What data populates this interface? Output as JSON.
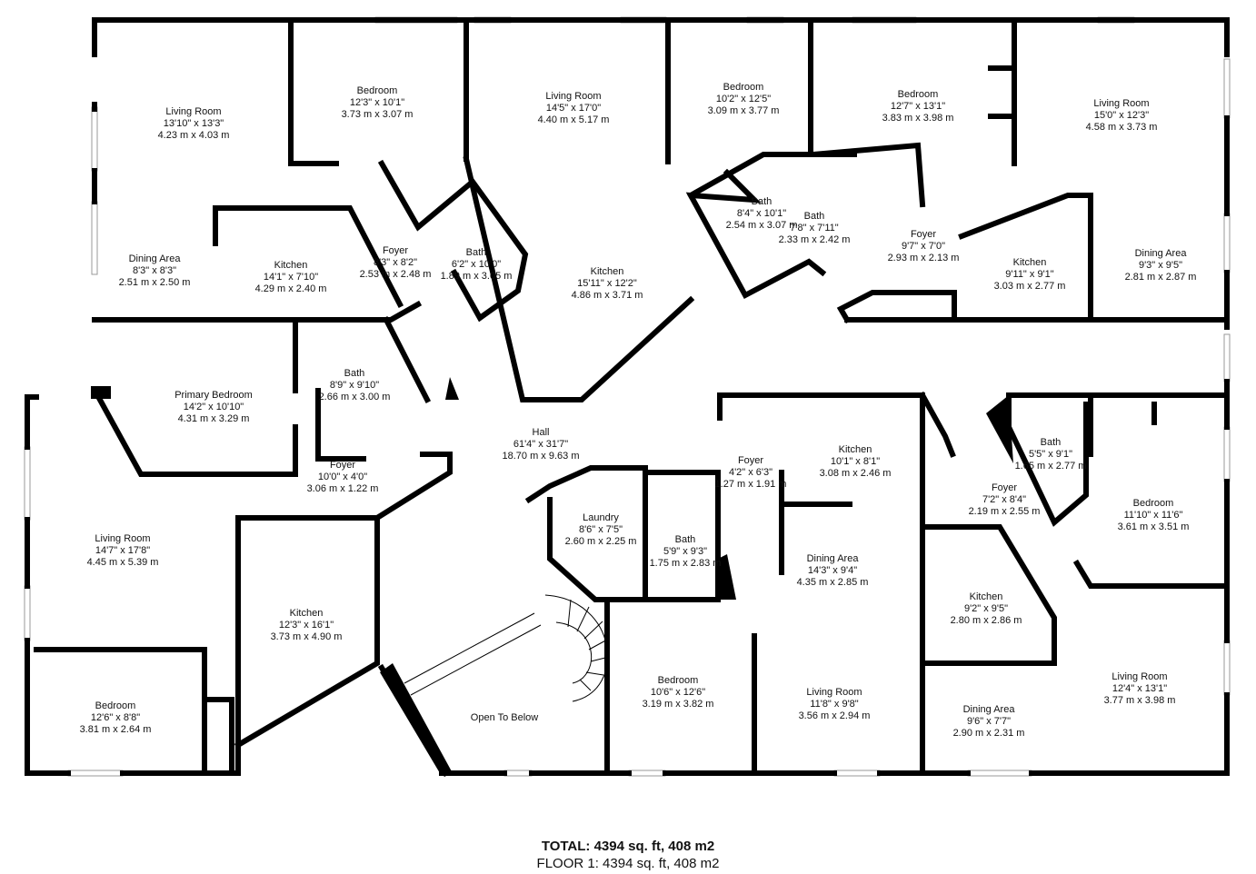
{
  "rooms": [
    {
      "name": "Living Room",
      "imperial": "13'10\" x 13'3\"",
      "metric": "4.23 m x 4.03 m"
    },
    {
      "name": "Bedroom",
      "imperial": "12'3\" x 10'1\"",
      "metric": "3.73 m x 3.07 m"
    },
    {
      "name": "Living Room",
      "imperial": "14'5\" x 17'0\"",
      "metric": "4.40 m x 5.17 m"
    },
    {
      "name": "Bedroom",
      "imperial": "10'2\" x 12'5\"",
      "metric": "3.09 m x 3.77 m"
    },
    {
      "name": "Bedroom",
      "imperial": "12'7\" x 13'1\"",
      "metric": "3.83 m x 3.98 m"
    },
    {
      "name": "Living Room",
      "imperial": "15'0\" x 12'3\"",
      "metric": "4.58 m x 3.73 m"
    },
    {
      "name": "Dining Area",
      "imperial": "8'3\" x 8'3\"",
      "metric": "2.51 m x 2.50 m"
    },
    {
      "name": "Kitchen",
      "imperial": "14'1\" x 7'10\"",
      "metric": "4.29 m x 2.40 m"
    },
    {
      "name": "Foyer",
      "imperial": "8'3\" x 8'2\"",
      "metric": "2.53 m x 2.48 m"
    },
    {
      "name": "Bath",
      "imperial": "6'2\" x 10'0\"",
      "metric": "1.89 m x 3.05 m"
    },
    {
      "name": "Kitchen",
      "imperial": "15'11\" x 12'2\"",
      "metric": "4.86 m x 3.71 m"
    },
    {
      "name": "Bath",
      "imperial": "8'4\" x 10'1\"",
      "metric": "2.54 m x 3.07 m"
    },
    {
      "name": "Bath",
      "imperial": "7'8\" x 7'11\"",
      "metric": "2.33 m x 2.42 m"
    },
    {
      "name": "Foyer",
      "imperial": "9'7\" x 7'0\"",
      "metric": "2.93 m x 2.13 m"
    },
    {
      "name": "Kitchen",
      "imperial": "9'11\" x 9'1\"",
      "metric": "3.03 m x 2.77 m"
    },
    {
      "name": "Dining Area",
      "imperial": "9'3\" x 9'5\"",
      "metric": "2.81 m x 2.87 m"
    },
    {
      "name": "Primary Bedroom",
      "imperial": "14'2\" x 10'10\"",
      "metric": "4.31 m x 3.29 m"
    },
    {
      "name": "Bath",
      "imperial": "8'9\" x 9'10\"",
      "metric": "2.66 m x 3.00 m"
    },
    {
      "name": "Foyer",
      "imperial": "10'0\" x 4'0\"",
      "metric": "3.06 m x 1.22 m"
    },
    {
      "name": "Hall",
      "imperial": "61'4\" x 31'7\"",
      "metric": "18.70 m x 9.63 m"
    },
    {
      "name": "Living Room",
      "imperial": "14'7\" x 17'8\"",
      "metric": "4.45 m x 5.39 m"
    },
    {
      "name": "Kitchen",
      "imperial": "12'3\" x 16'1\"",
      "metric": "3.73 m x 4.90 m"
    },
    {
      "name": "Bedroom",
      "imperial": "12'6\" x 8'8\"",
      "metric": "3.81 m x 2.64 m"
    },
    {
      "name": "Laundry",
      "imperial": "8'6\" x 7'5\"",
      "metric": "2.60 m x 2.25 m"
    },
    {
      "name": "Bath",
      "imperial": "5'9\" x 9'3\"",
      "metric": "1.75 m x 2.83 m"
    },
    {
      "name": "Open To Below",
      "imperial": "",
      "metric": ""
    },
    {
      "name": "Bedroom",
      "imperial": "10'6\" x 12'6\"",
      "metric": "3.19 m x 3.82 m"
    },
    {
      "name": "Foyer",
      "imperial": "4'2\" x 6'3\"",
      "metric": "1.27 m x 1.91 m"
    },
    {
      "name": "Kitchen",
      "imperial": "10'1\" x 8'1\"",
      "metric": "3.08 m x 2.46 m"
    },
    {
      "name": "Dining Area",
      "imperial": "14'3\" x 9'4\"",
      "metric": "4.35 m x 2.85 m"
    },
    {
      "name": "Living Room",
      "imperial": "11'8\" x 9'8\"",
      "metric": "3.56 m x 2.94 m"
    },
    {
      "name": "Bath",
      "imperial": "5'5\" x 9'1\"",
      "metric": "1.65 m x 2.77 m"
    },
    {
      "name": "Foyer",
      "imperial": "7'2\" x 8'4\"",
      "metric": "2.19 m x 2.55 m"
    },
    {
      "name": "Bedroom",
      "imperial": "11'10\" x 11'6\"",
      "metric": "3.61 m x 3.51 m"
    },
    {
      "name": "Kitchen",
      "imperial": "9'2\" x 9'5\"",
      "metric": "2.80 m x 2.86 m"
    },
    {
      "name": "Living Room",
      "imperial": "12'4\" x 13'1\"",
      "metric": "3.77 m x 3.98 m"
    },
    {
      "name": "Dining Area",
      "imperial": "9'6\" x 7'7\"",
      "metric": "2.90 m x 2.31 m"
    }
  ],
  "totals": {
    "total": "TOTAL: 4394 sq. ft, 408 m2",
    "floor": "FLOOR 1: 4394 sq. ft, 408 m2"
  }
}
